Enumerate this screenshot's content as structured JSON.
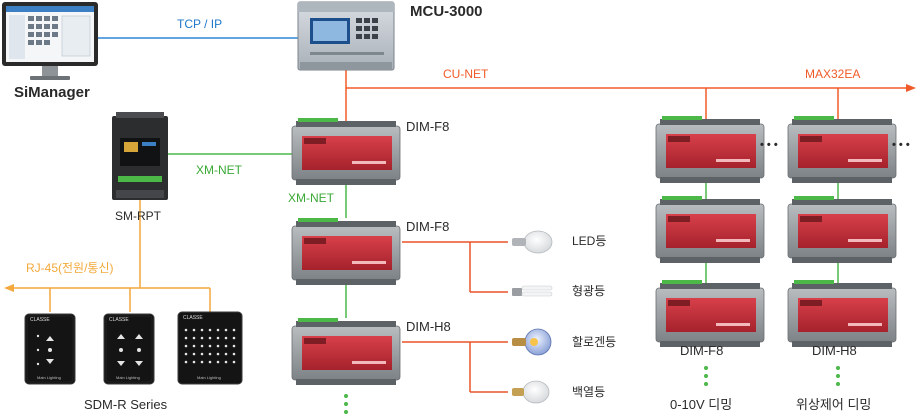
{
  "colors": {
    "tcp_ip": "#2f86d6",
    "cu_net": "#f05a28",
    "xm_net": "#4cb848",
    "rj45": "#f3a93b",
    "lamp": "#e8542a",
    "module_red": "#c8323c",
    "module_gray": "#8a8f93"
  },
  "labels": {
    "simanager": "SiManager",
    "tcp_ip": "TCP / IP",
    "mcu": "MCU-3000",
    "cu_net": "CU-NET",
    "max32ea": "MAX32EA",
    "sm_rpt": "SM-RPT",
    "xm_net_horizontal": "XM-NET",
    "xm_net_vertical": "XM-NET",
    "rj45": "RJ-45(전원/통신)",
    "sdm_series": "SDM-R Series",
    "dim_f8_top": "DIM-F8",
    "dim_f8_mid": "DIM-F8",
    "dim_h8": "DIM-H8",
    "lamp_led": "LED등",
    "lamp_fluorescent": "형광등",
    "lamp_halogen": "할로겐등",
    "lamp_incandescent": "백열등",
    "col_f8": "DIM-F8",
    "col_h8": "DIM-H8",
    "dimming_0_10v": "0-10V 디밍",
    "dimming_phase": "위상제어 디밍",
    "ellipsis": "• • •"
  },
  "switch_panels": [
    {
      "brand": "CLASSE",
      "caption": "Main Lighting"
    },
    {
      "brand": "CLASSE",
      "caption": "Main Lighting"
    },
    {
      "brand": "CLASSE",
      "caption": "Main Lighting"
    }
  ],
  "icons": [
    "monitor-icon",
    "controller-icon",
    "repeater-icon",
    "dimmer-module-icon",
    "light-bulb-icon",
    "switch-panel-icon"
  ]
}
